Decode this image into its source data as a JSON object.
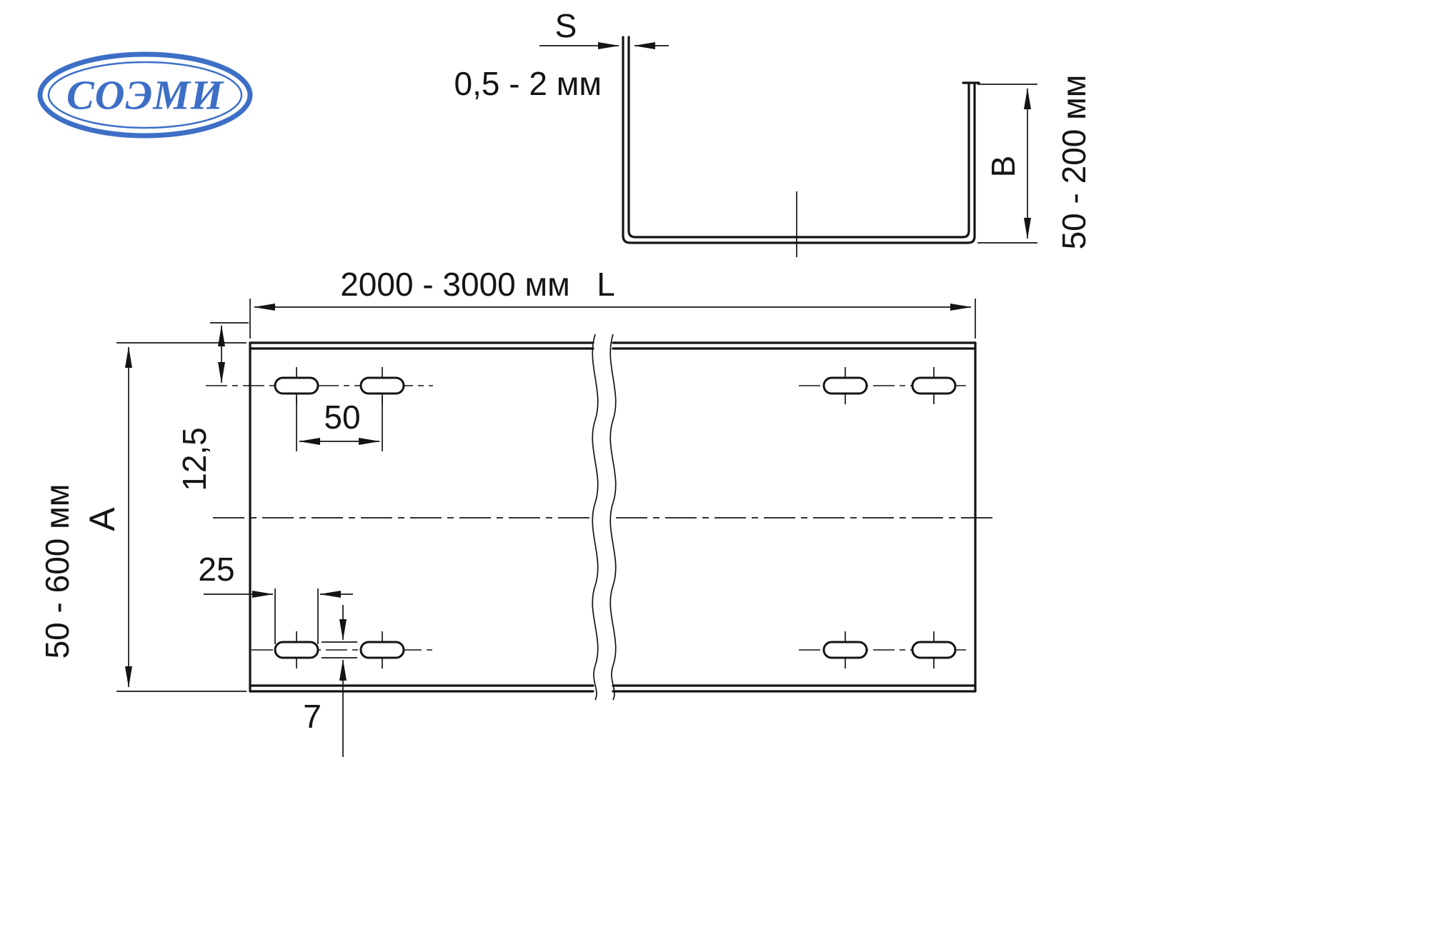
{
  "logo": {
    "text": "СОЭМИ"
  },
  "cross_section_view": {
    "thickness_label": "S",
    "thickness_range": "0,5 - 2 мм",
    "flange_height_label": "B",
    "flange_height_range": "50 - 200 мм"
  },
  "plan_view": {
    "length_range": "2000 - 3000 мм",
    "length_label": "L",
    "width_range": "50 - 600 мм",
    "width_label": "A",
    "hole_spacing_mm": "50",
    "hole_offset_mm": "12,5",
    "slot_length_mm": "25",
    "slot_width_mm": "7"
  },
  "colors": {
    "line": "#141414",
    "logo_blue": "#3e6fc6",
    "background": "#ffffff"
  }
}
